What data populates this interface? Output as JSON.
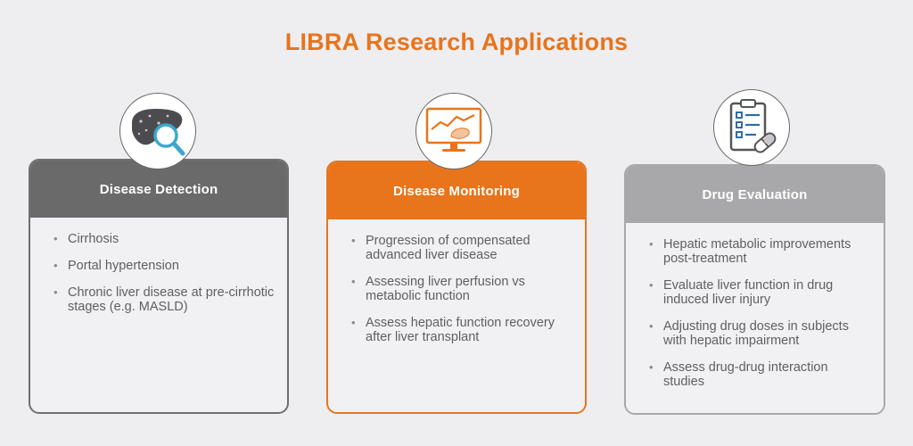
{
  "title": "LIBRA Research Applications",
  "colors": {
    "title": "#e8741c",
    "detection_header": "#6a6a6b",
    "detection_border": "#6f6f72",
    "monitoring_header": "#e8741c",
    "monitoring_border": "#e8741c",
    "evaluation_header": "#a8a8ab",
    "evaluation_border": "#a8a8ab"
  },
  "cards": [
    {
      "icon": "liver-magnifier-icon",
      "header": "Disease Detection",
      "items": [
        "Cirrhosis",
        "Portal hypertension",
        "Chronic liver disease at pre-cirrhotic stages (e.g. MASLD)"
      ]
    },
    {
      "icon": "monitor-chart-liver-icon",
      "header": "Disease Monitoring",
      "items": [
        "Progression of compensated advanced liver disease",
        "Assessing liver perfusion vs metabolic function",
        "Assess hepatic function recovery after liver transplant"
      ]
    },
    {
      "icon": "clipboard-pill-icon",
      "header": "Drug Evaluation",
      "items": [
        "Hepatic metabolic improvements post-treatment",
        "Evaluate liver function in drug induced liver injury",
        "Adjusting drug doses in subjects with hepatic impairment",
        "Assess drug-drug interaction studies"
      ]
    }
  ]
}
